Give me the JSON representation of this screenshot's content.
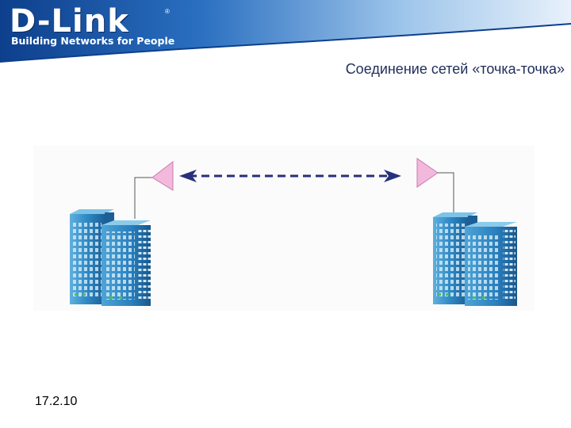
{
  "brand": {
    "name": "D-Link",
    "registered_mark": "®",
    "tagline": "Building Networks for People"
  },
  "slide": {
    "title": "Соединение сетей «точка-точка»",
    "date": "17.2.10"
  },
  "colors": {
    "header_blue": "#1a5cad",
    "header_light": "#e8f1fb",
    "title_text": "#1f2d5a",
    "antenna_pink": "#f3b9dc",
    "link_arrow": "#27307a",
    "building_blue": "#2f88c4",
    "building_dark": "#1c5f96",
    "window_light": "#cfe9f6",
    "window_green": "#46c05a"
  },
  "diagram": {
    "nodes": [
      {
        "id": "left-site",
        "icon": "office-buildings-icon"
      },
      {
        "id": "right-site",
        "icon": "office-buildings-icon"
      }
    ],
    "antennas": [
      {
        "id": "left-antenna",
        "icon": "antenna-icon",
        "direction": "right"
      },
      {
        "id": "right-antenna",
        "icon": "antenna-icon",
        "direction": "left"
      }
    ],
    "link": {
      "style": "dashed",
      "arrows": "both",
      "icon": "double-arrow-icon"
    }
  }
}
